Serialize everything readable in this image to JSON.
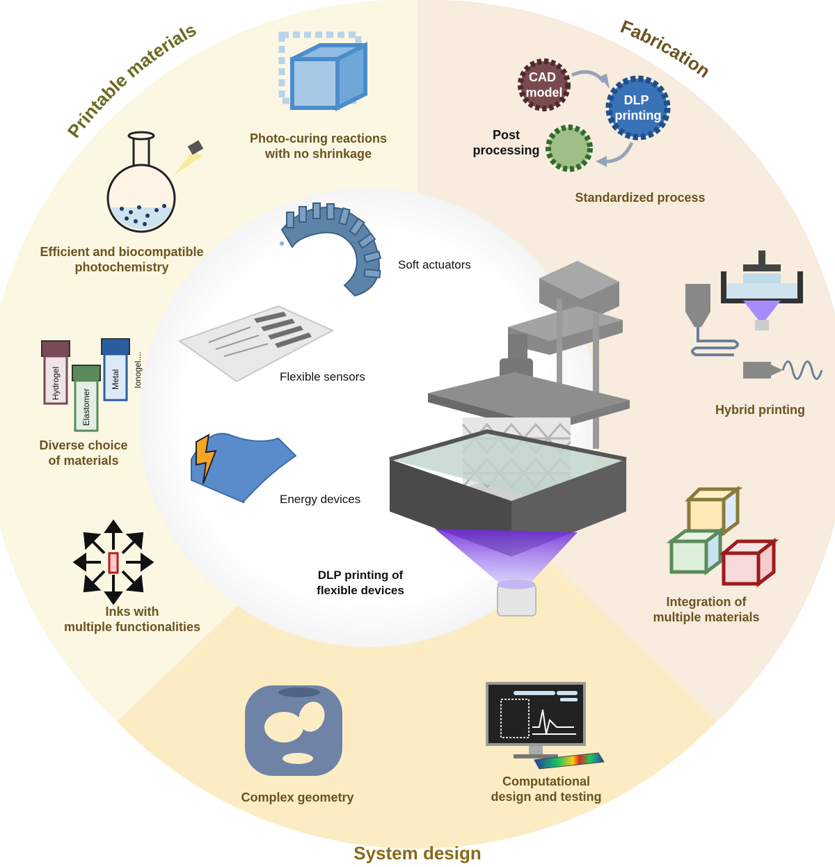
{
  "sections": {
    "printable_materials": "Printable materials",
    "fabrication": "Fabrication",
    "system_design": "System design"
  },
  "printable_materials": {
    "photo_curing": [
      "Photo-curing reactions",
      "with no shrinkage"
    ],
    "photochemistry": [
      "Efficient and biocompatible",
      "photochemistry"
    ],
    "materials_choice": [
      "Diverse choice",
      "of materials"
    ],
    "vials": [
      "Hydrogel",
      "Elastomer",
      "Metal",
      "Ionogel...."
    ],
    "inks": [
      "Inks with",
      "multiple functionalities"
    ]
  },
  "fabrication": {
    "cad": [
      "CAD",
      "model"
    ],
    "dlp": [
      "DLP",
      "printing"
    ],
    "post": [
      "Post",
      "processing"
    ],
    "standardized": "Standardized process",
    "hybrid": "Hybrid printing",
    "integration": [
      "Integration of",
      "multiple materials"
    ]
  },
  "system_design": {
    "geometry": "Complex geometry",
    "computational": [
      "Computational",
      "design and testing"
    ]
  },
  "center": {
    "soft_actuators": "Soft actuators",
    "flexible_sensors": "Flexible sensors",
    "energy_devices": "Energy devices",
    "title": [
      "DLP printing of",
      "flexible devices"
    ]
  },
  "colors": {
    "ring_left": "#fbf7e3",
    "ring_right": "#f7ecdd",
    "ring_bottom": "#fbecc4",
    "label_brown": "#6b5320",
    "title_brown": "#8a6a16",
    "printer_gray": "#6e6e6e",
    "uv_purple": "#8b5cf6"
  }
}
